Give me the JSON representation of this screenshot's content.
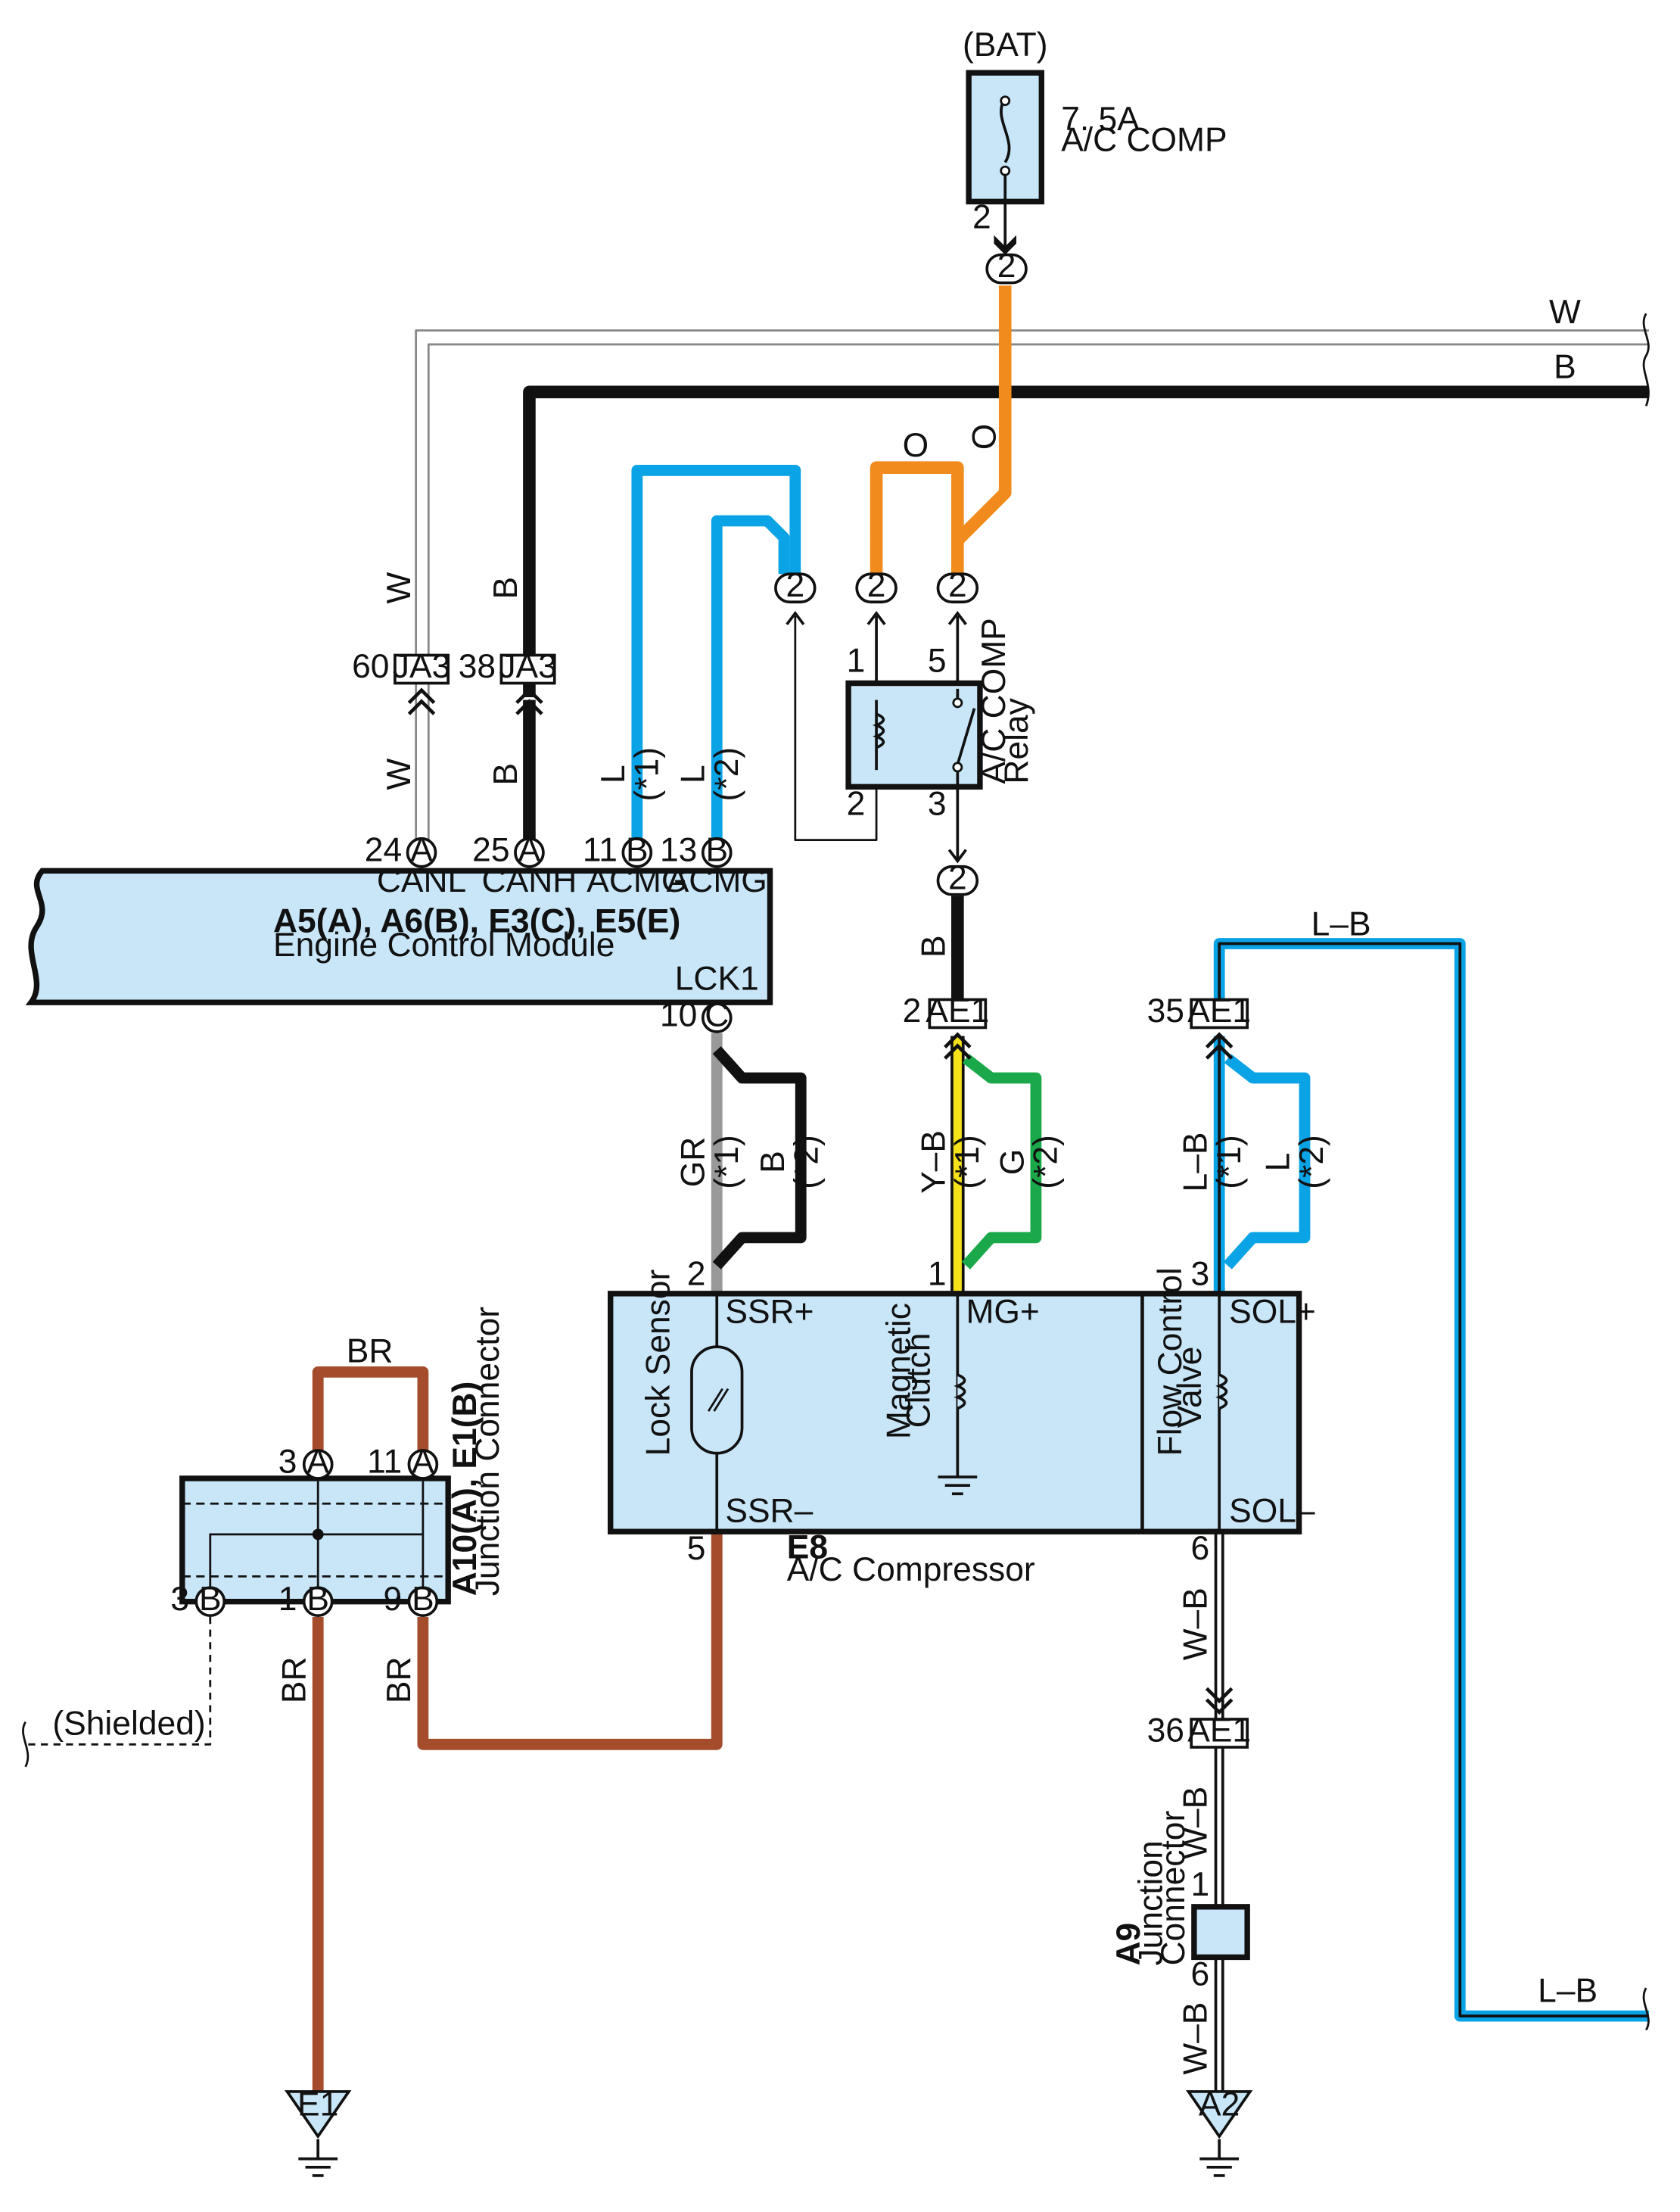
{
  "fuse": {
    "source": "(BAT)",
    "rating": "7. 5A",
    "name": "A/C COMP",
    "pin": "2"
  },
  "relay": {
    "name": "A/C COMP",
    "name2": "Relay",
    "pin1": "1",
    "pin5": "5",
    "pin2": "2",
    "pin3": "3"
  },
  "splices": {
    "s2": "2"
  },
  "wires": {
    "w_right": "W",
    "b_right": "B",
    "o1": "O",
    "o2": "O",
    "w_top": "W",
    "b_top": "B",
    "w_low": "W",
    "b_low": "B",
    "l1": "L",
    "l2": "L",
    "s1": "(*1)",
    "s2": "(*2)",
    "b_relay": "B",
    "lb_top": "L–B",
    "lb_bottom": "L–B",
    "gr": "GR",
    "b_lck": "B",
    "yb": "Y–B",
    "g": "G",
    "lb_sol": "L–B",
    "l_sol": "L",
    "br_top": "BR",
    "br_left": "BR",
    "br_mid": "BR",
    "shielded": "(Shielded)",
    "wb1": "W–B",
    "wb2": "W–B",
    "wb3": "W–B"
  },
  "connectors": {
    "ja3": "JA3",
    "ja3_pin_w": "60",
    "ja3_pin_b": "38",
    "ae1": "AE1",
    "ae1_pin_b": "2",
    "ae1_pin_lb": "35",
    "ae1_pin_wb": "36"
  },
  "ecm": {
    "title": "A5(A), A6(B), E3(C), E5(E)",
    "name": "Engine Control Module",
    "pins": [
      {
        "num": "24",
        "letter": "A",
        "term": "CANL"
      },
      {
        "num": "25",
        "letter": "A",
        "term": "CANH"
      },
      {
        "num": "11",
        "letter": "B",
        "term": "ACMG"
      },
      {
        "num": "13",
        "letter": "B",
        "term": "ACMG"
      }
    ],
    "lck": {
      "num": "10",
      "letter": "C",
      "term": "LCK1"
    }
  },
  "compressor": {
    "id": "E8",
    "name": "A/C Compressor",
    "ssr_plus": "SSR+",
    "ssr_minus": "SSR–",
    "mg_plus": "MG+",
    "sol_plus": "SOL+",
    "sol_minus": "SOL–",
    "lock_sensor": "Lock Sensor",
    "mag1": "Magnetic",
    "mag2": "Clutch",
    "fcv1": "Flow Control",
    "fcv2": "Valve",
    "pin_ssr_plus": "2",
    "pin_mg": "1",
    "pin_sol_plus": "3",
    "pin_ssr_minus": "5",
    "pin_sol_minus": "6"
  },
  "jc_a10": {
    "id": "A10(A), E1(B)",
    "name": "Junction Connector",
    "pins": [
      {
        "num": "3",
        "letter": "A"
      },
      {
        "num": "11",
        "letter": "A"
      },
      {
        "num": "3",
        "letter": "B"
      },
      {
        "num": "1",
        "letter": "B"
      },
      {
        "num": "9",
        "letter": "B"
      }
    ]
  },
  "jc_a9": {
    "id": "A9",
    "name1": "Junction",
    "name2": "Connector",
    "pin1": "1",
    "pin6": "6"
  },
  "grounds": {
    "e1": "E1",
    "a2": "A2"
  },
  "colors": {
    "black": "#111111",
    "blue": "#0aa3e6",
    "orange": "#f28b1d",
    "brown": "#a44c2b",
    "green": "#1aa84a",
    "yellow": "#f5e21a",
    "gray": "#999999",
    "box_fill": "#c8e6f7"
  }
}
